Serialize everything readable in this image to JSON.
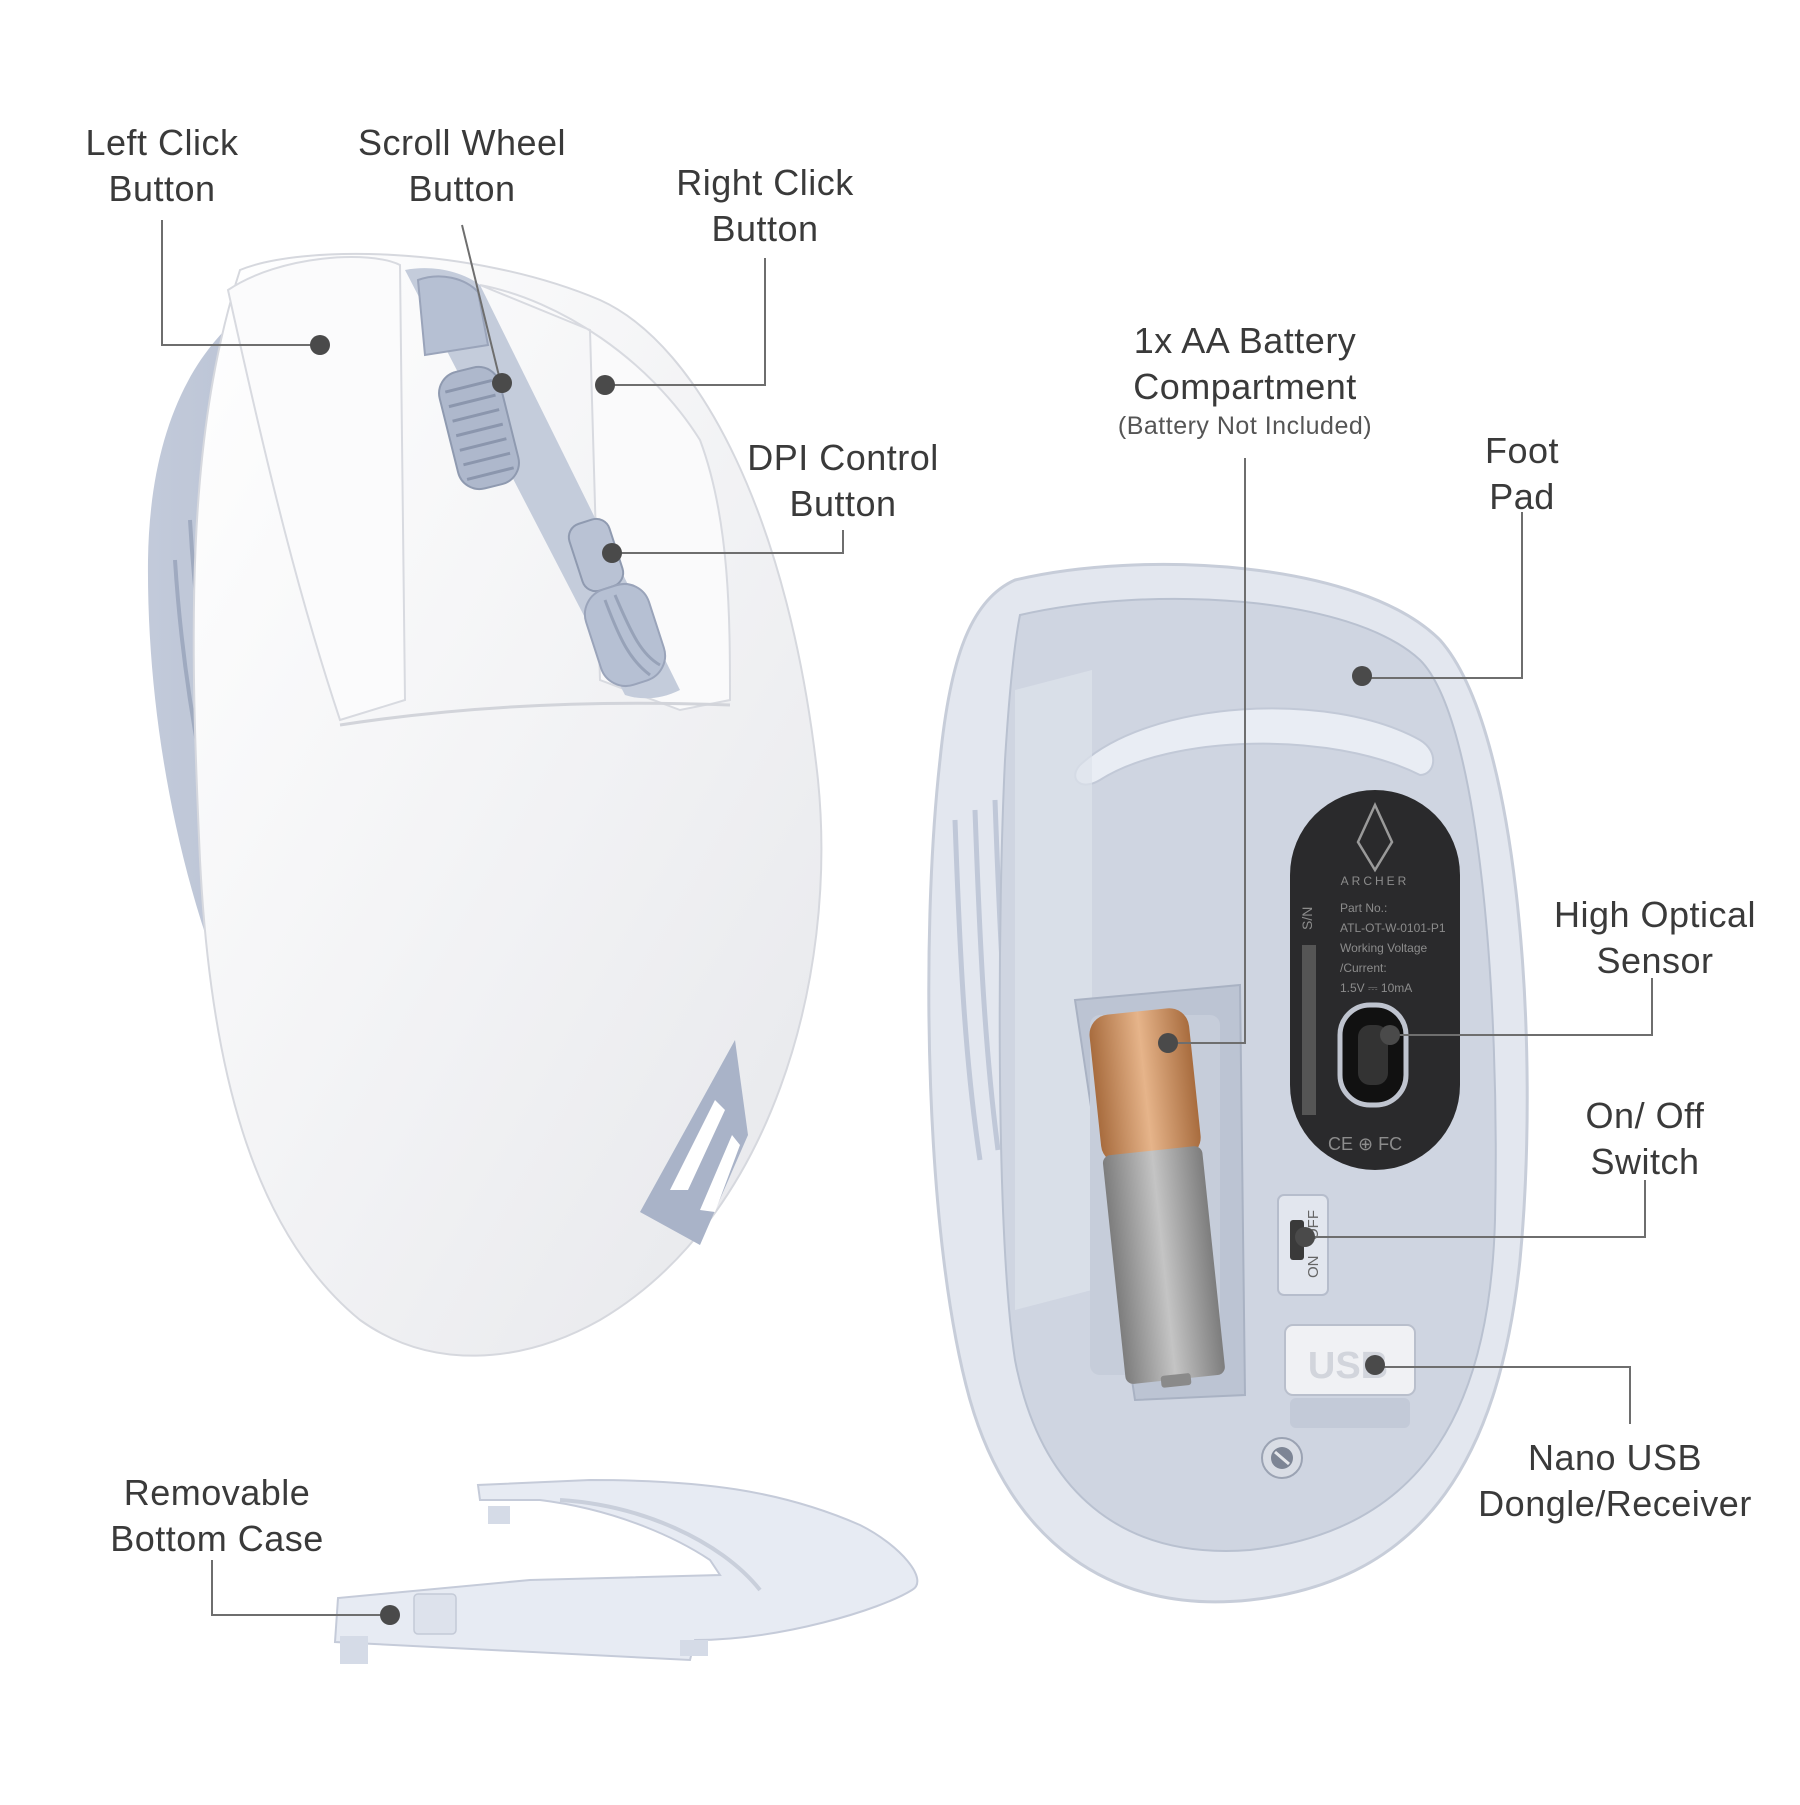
{
  "labels": {
    "left_click": [
      "Left Click",
      "Button"
    ],
    "scroll_wheel": [
      "Scroll Wheel",
      "Button"
    ],
    "right_click": [
      "Right Click",
      "Button"
    ],
    "dpi": [
      "DPI Control",
      "Button"
    ],
    "battery": [
      "1x AA Battery",
      "Compartment"
    ],
    "battery_note": "(Battery Not Included)",
    "foot_pad": [
      "Foot",
      "Pad"
    ],
    "sensor": [
      "High Optical",
      "Sensor"
    ],
    "switch": [
      "On/ Off",
      "Switch"
    ],
    "usb": [
      "Nano USB",
      "Dongle/Receiver"
    ],
    "bottom_case": [
      "Removable",
      "Bottom Case"
    ]
  },
  "printed": {
    "brand": "ARCHER",
    "part_no": "Part No.:",
    "part_code": "ATL-OT-W-0101-P1",
    "voltage_label": "Working Voltage",
    "current_label": "/Current:",
    "rating": "1.5V ⎓ 10mA",
    "sn": "S/N",
    "certs": "CE ⊕ FC",
    "on": "ON",
    "off": "OFF",
    "usb_text": "USB"
  },
  "colors": {
    "shell_white": "#f4f4f6",
    "accent_blue_gray": "#aeb8cc",
    "dark_plate": "#2a2a2c",
    "battery_copper": "#c9905f",
    "battery_silver": "#9a9a9a"
  }
}
